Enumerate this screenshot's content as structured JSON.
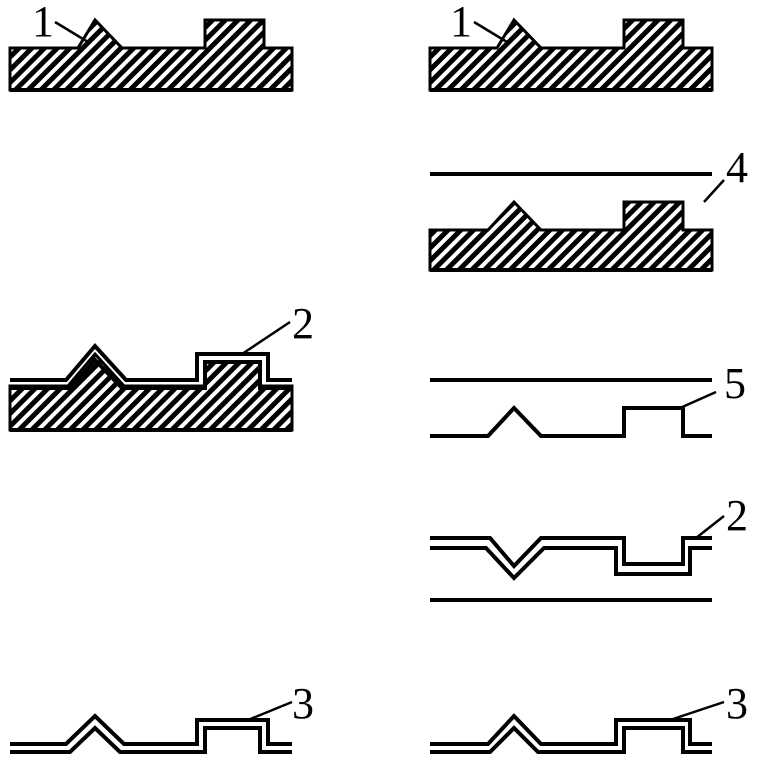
{
  "labels": {
    "left_top": "1",
    "right_top": "1",
    "right_4": "4",
    "left_2": "2",
    "right_5": "5",
    "right_2": "2",
    "left_3": "3",
    "right_3": "3"
  },
  "colors": {
    "ink": "#000000",
    "background": "#ffffff"
  }
}
